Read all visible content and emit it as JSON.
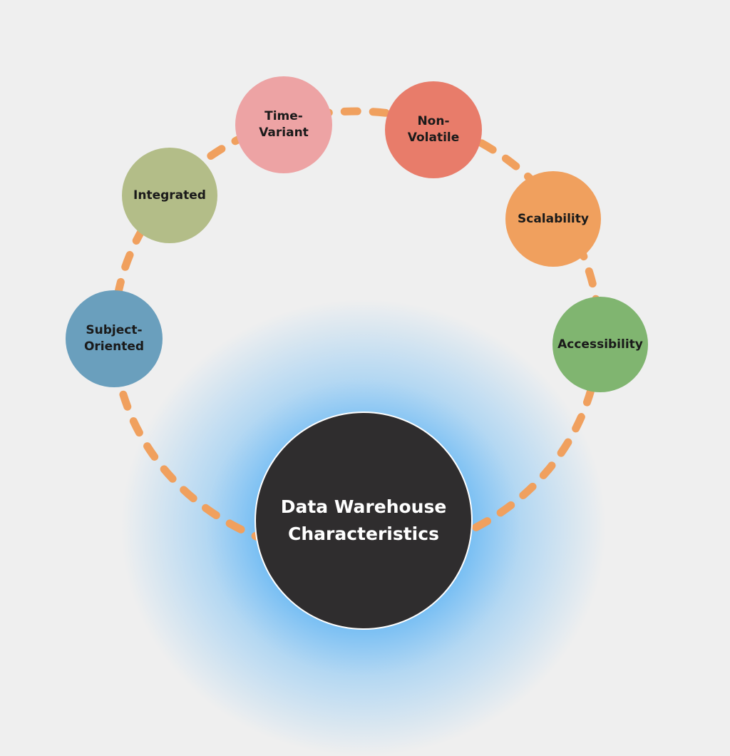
{
  "title_line1": "Data Warehouse",
  "title_line2": "Characteristics",
  "nodes": [
    {
      "l1": "Subject-",
      "l2": "Oriented",
      "color": "#6a9fbd"
    },
    {
      "l1": "Integrated",
      "l2": "",
      "color": "#b3bd88"
    },
    {
      "l1": "Time-",
      "l2": "Variant",
      "color": "#eda3a4"
    },
    {
      "l1": "Non-",
      "l2": "Volatile",
      "color": "#e87c6a"
    },
    {
      "l1": "Scalability",
      "l2": "",
      "color": "#f0a05e"
    },
    {
      "l1": "Accessibility",
      "l2": "",
      "color": "#80b570"
    }
  ],
  "colors": {
    "ring": "#f0a05e",
    "center": "#2f2d2e",
    "glow": "#5ab3f5"
  }
}
